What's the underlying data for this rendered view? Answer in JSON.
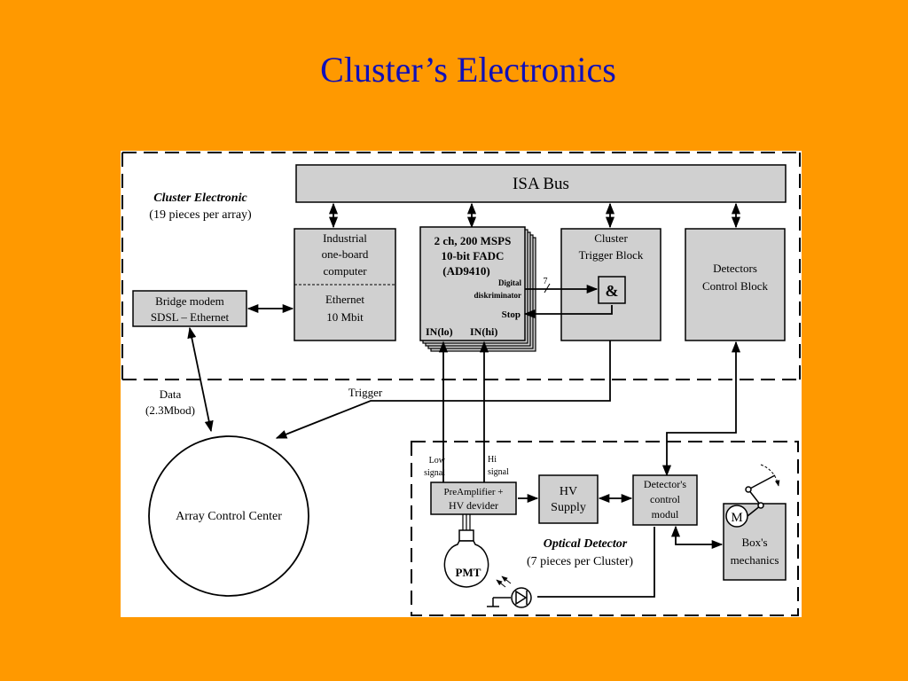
{
  "slide": {
    "title": "Cluster’s Electronics"
  },
  "diagram": {
    "isa_bus": "ISA Bus",
    "cluster_electronic_title": "Cluster Electronic",
    "cluster_electronic_sub": "(19 pieces per array)",
    "computer": {
      "line1": "Industrial",
      "line2": "one-board",
      "line3": "computer",
      "line4": "Ethernet",
      "line5": "10 Mbit"
    },
    "fadc": {
      "line1": "2 ch, 200 MSPS",
      "line2": "10-bit FADC",
      "line3": "(AD9410)",
      "digital1": "Digital",
      "digital2": "diskriminator",
      "stop": "Stop",
      "in_lo": "IN(lo)",
      "in_hi": "IN(hi)",
      "bus_width": "7"
    },
    "trigger_block": {
      "line1": "Cluster",
      "line2": "Trigger Block",
      "and_gate": "&"
    },
    "detectors_control": {
      "line1": "Detectors",
      "line2": "Control Block"
    },
    "bridge": {
      "line1": "Bridge modem",
      "line2": "SDSL – Ethernet"
    },
    "data": {
      "line1": "Data",
      "line2": "(2.3Mbod)"
    },
    "trigger_label": "Trigger",
    "array_center": "Array Control Center",
    "low_signal": {
      "line1": "Low",
      "line2": "signal"
    },
    "hi_signal": {
      "line1": "Hi",
      "line2": "signal"
    },
    "preamp": {
      "line1": "PreAmplifier +",
      "line2": "HV devider"
    },
    "hv_supply": {
      "line1": "HV",
      "line2": "Supply"
    },
    "detector_modul": {
      "line1": "Detector's",
      "line2": "control",
      "line3": "modul"
    },
    "optical": {
      "line1": "Optical Detector",
      "line2": "(7 pieces per Cluster)"
    },
    "pmt": "PMT",
    "motor": "M",
    "box": {
      "line1": "Box's",
      "line2": "mechanics"
    }
  }
}
